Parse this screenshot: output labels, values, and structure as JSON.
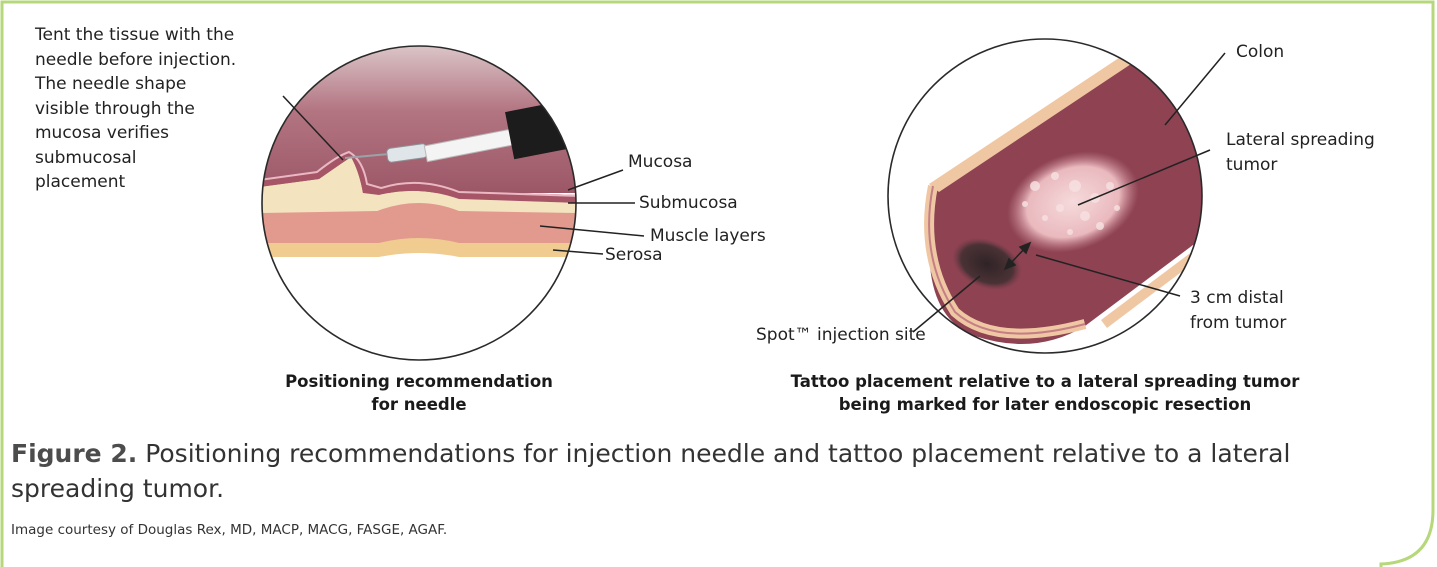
{
  "colors": {
    "frame_border": "#b6d77a",
    "mucosa": "#a65567",
    "submucosa": "#f3e3bf",
    "muscle": "#e29a8e",
    "serosa": "#f0cc90",
    "lumen": "#8e4252",
    "colon_wall": "#f0c7a3",
    "tattoo_spot": "#3a2a2c",
    "tumor": "#f1c9cc",
    "needle_cap": "#1c1c1c"
  },
  "panel_left": {
    "tent_note": [
      "Tent the tissue with the",
      "needle before injection.",
      "The needle shape",
      "visible through the",
      "mucosa verifies",
      "submucosal",
      "placement"
    ],
    "layers": {
      "mucosa": "Mucosa",
      "submucosa": "Submucosa",
      "muscle": "Muscle layers",
      "serosa": "Serosa"
    },
    "caption": [
      "Positioning recommendation",
      "for needle"
    ]
  },
  "panel_right": {
    "colon": "Colon",
    "tumor": [
      "Lateral spreading",
      "tumor"
    ],
    "distance": [
      "3 cm distal",
      "from tumor"
    ],
    "spot": "Spot™ injection site",
    "caption": [
      "Tattoo placement relative to a lateral spreading tumor",
      "being marked for later endoscopic resection"
    ]
  },
  "figure": {
    "number": "Figure 2.",
    "text": "Positioning recommendations for injection needle and tattoo placement relative to a lateral spreading tumor.",
    "credit": "Image courtesy of Douglas Rex, MD, MACP, MACG, FASGE, AGAF."
  }
}
